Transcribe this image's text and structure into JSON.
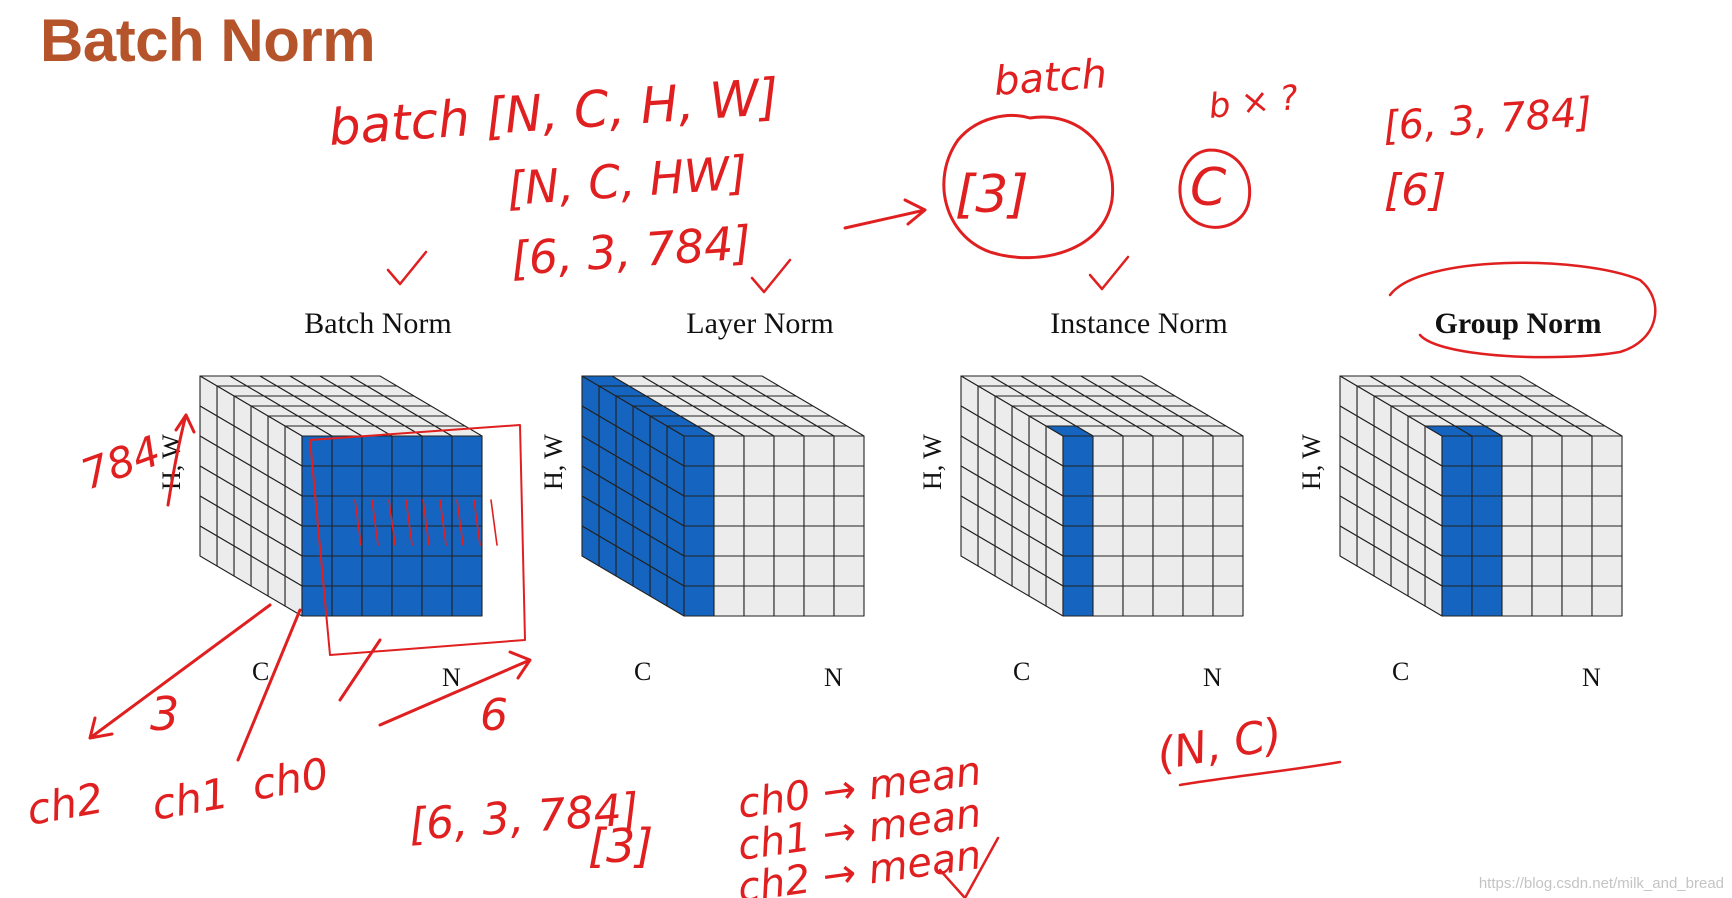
{
  "slide": {
    "title": "Batch Norm",
    "title_color": "#b5532b",
    "watermark": "https://blog.csdn.net/milk_and_bread"
  },
  "colors": {
    "highlight": "#1565c0",
    "cell_face": "#ececec",
    "grid_line": "#222222",
    "ink": "#e02020"
  },
  "diagram": {
    "grid_size": 6,
    "panels": [
      {
        "title": "Batch Norm",
        "bold": false,
        "hw_label": "H, W",
        "c_label": "C",
        "n_label": "N",
        "highlight": "front-face"
      },
      {
        "title": "Layer Norm",
        "bold": false,
        "hw_label": "H, W",
        "c_label": "C",
        "n_label": "N",
        "highlight": "side-face"
      },
      {
        "title": "Instance Norm",
        "bold": false,
        "hw_label": "H, W",
        "c_label": "C",
        "n_label": "N",
        "highlight": "single-column"
      },
      {
        "title": "Group Norm",
        "bold": true,
        "hw_label": "H, W",
        "c_label": "C",
        "n_label": "N",
        "highlight": "group-columns"
      }
    ]
  },
  "annotations": {
    "line1": "batch [N, C, H, W]",
    "line2": "[N, C, HW]",
    "line3": "[6, 3, 784]",
    "batch_word": "batch",
    "result_3": "[3]",
    "c_circled": "C",
    "b_times": "b × ?",
    "right_shape": "[6, 3, 784]",
    "right_6": "[6]",
    "side_784": "784",
    "three": "3",
    "six": "6",
    "ch2": "ch2",
    "ch1": "ch1",
    "ch0": "ch0",
    "bottom_shape": "[6, 3, 784]",
    "bottom_3": "[3]",
    "mean_lines": [
      "ch0 → mean",
      "ch1 → mean",
      "ch2 → mean"
    ],
    "nc": "(N, C)"
  }
}
